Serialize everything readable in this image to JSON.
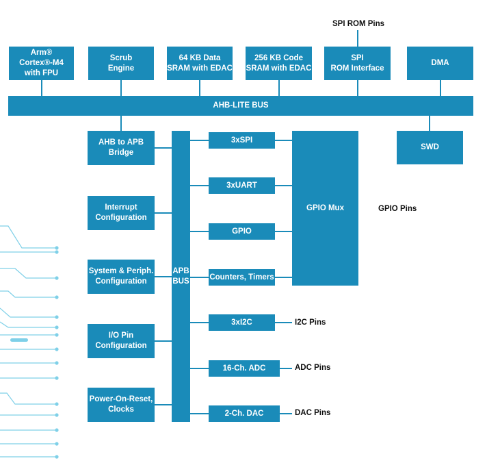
{
  "colors": {
    "block": "#1a8bb9",
    "decor": "#7fd0e8"
  },
  "top_blocks": {
    "cpu": "Arm®\nCortex®-M4\nwith FPU",
    "scrub": "Scrub\nEngine",
    "data_sram": "64 KB Data\nSRAM with EDAC",
    "code_sram": "256 KB Code\nSRAM with EDAC",
    "spi_rom": "SPI\nROM Interface",
    "dma": "DMA"
  },
  "bus": {
    "ahb": "AHB-LITE BUS",
    "apb": "APB\nBUS"
  },
  "swd": "SWD",
  "left_blocks": {
    "bridge": "AHB to APB\nBridge",
    "interrupt": "Interrupt\nConfiguration",
    "sys_periph": "System & Periph.\nConfiguration",
    "io_pin": "I/O Pin\nConfiguration",
    "por": "Power-On-Reset,\nClocks"
  },
  "peripherals": {
    "spi": "3xSPI",
    "uart": "3xUART",
    "gpio": "GPIO",
    "counters": "Counters, Timers",
    "i2c": "3xI2C",
    "adc": "16-Ch. ADC",
    "dac": "2-Ch. DAC"
  },
  "gpio_mux": "GPIO Mux",
  "pin_labels": {
    "spi_rom": "SPI ROM Pins",
    "gpio": "GPIO Pins",
    "i2c": "I2C Pins",
    "adc": "ADC Pins",
    "dac": "DAC Pins"
  }
}
